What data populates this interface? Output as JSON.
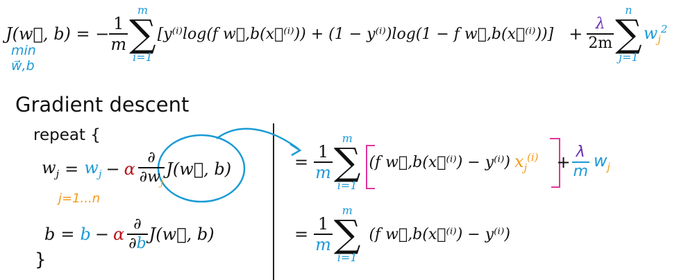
{
  "cost_function": {
    "lhs": "J(w⃗, b) = −",
    "frac_num": "1",
    "frac_den": "m",
    "sum_top": "m",
    "sum_bottom": "i=1",
    "body": "[y⁽ⁱ⁾log(f w⃗,b(x⃗⁽ⁱ⁾)) + (1 − y⁽ⁱ⁾)log(1 − f w⃗,b(x⃗⁽ⁱ⁾))]",
    "reg_plus": "+",
    "reg_num": "λ",
    "reg_den": "2m",
    "reg_sum_top": "n",
    "reg_sum_bottom": "j=1",
    "reg_term": "w",
    "reg_sub": "j",
    "reg_sup": "2"
  },
  "handwritten_min": {
    "line1": "min",
    "line2": "w⃗,b"
  },
  "section_title": "Gradient descent",
  "algorithm": {
    "repeat": "repeat {",
    "w_update_lhs": "w",
    "w_update_lhs_sub": "j",
    "eq": "=",
    "w_var": "w",
    "w_var_sub": "j",
    "minus": "−",
    "alpha": "α",
    "partial": "∂",
    "deriv_den_w": "∂w",
    "deriv_den_w_sub": "j",
    "J": "J(w⃗, b)",
    "j_range": "j=1...n",
    "b_update_lhs": "b",
    "b_var": "b",
    "deriv_den_b": "∂",
    "deriv_den_b_var": "b",
    "close": "}"
  },
  "right": {
    "eq1": "=",
    "frac1_num": "1",
    "frac1_den": "m",
    "sum_top": "m",
    "sum_bottom": "i=1",
    "term1": "(f w⃗,b(x⃗⁽ⁱ⁾) − y⁽ⁱ⁾)",
    "x_term": "x",
    "x_sub": "j",
    "x_sup": "(i)",
    "reg_plus": "+",
    "reg_num": "λ",
    "reg_den": "m",
    "reg_w": "w",
    "reg_w_sub": "j",
    "eq2": "=",
    "frac2_num": "1",
    "frac2_den": "m",
    "sum2_top": "m",
    "sum2_bottom": "i=1",
    "term2": "(f w⃗,b(x⃗⁽ⁱ⁾) − y⁽ⁱ⁾)"
  },
  "colors": {
    "blue": "#1a9ad6",
    "orange": "#f29a1a",
    "red": "#b8141a",
    "purple": "#6a2fb0",
    "magenta": "#e0349a"
  }
}
